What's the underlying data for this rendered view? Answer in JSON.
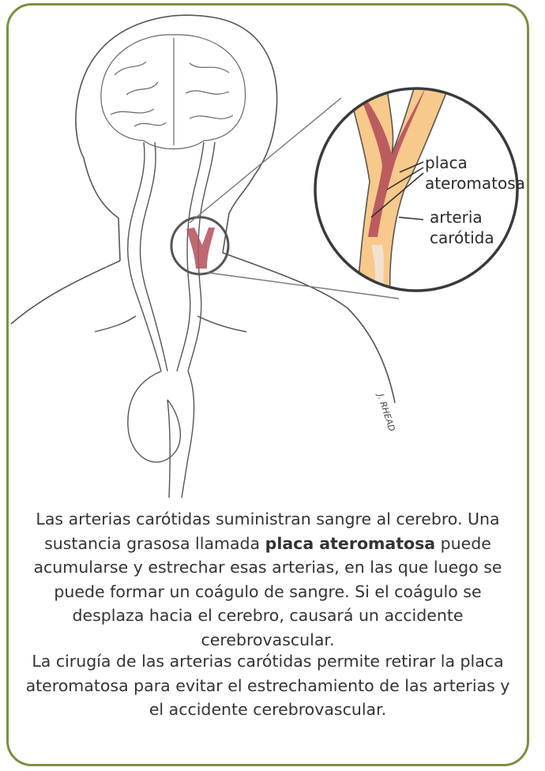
{
  "labels": {
    "plaque_line1": "placa",
    "plaque_line2": "ateromatosa",
    "artery_line1": "arteria",
    "artery_line2": "carótida",
    "signature": "J. RHEAD"
  },
  "caption": {
    "p1_part1": "Las arterias carótidas suministran sangre al cerebro. Una sustancia grasosa llamada ",
    "p1_bold": "placa ateromatosa",
    "p1_part2": " puede acumularse y estrechar esas arterias, en las que luego se puede formar un coágulo de sangre. Si el coágulo se desplaza hacia el cerebro, causará un accidente cerebrovascular.",
    "p2": "La cirugía de las arterias carótidas permite retirar la placa ateromatosa para evitar el estrechamiento de las arterias y el accidente cerebrovascular."
  },
  "colors": {
    "border": "#7c8f44",
    "artery_wall": "#f7c98a",
    "plaque": "#b4505a",
    "text": "#333333"
  }
}
